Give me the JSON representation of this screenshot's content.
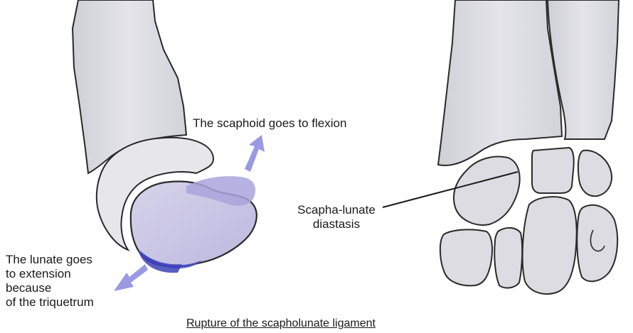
{
  "labels": {
    "scaphoid": "The scaphoid goes to flexion",
    "lunate": [
      "The lunate goes",
      "to extension",
      "because",
      "of the triquetrum"
    ],
    "diastasis": [
      "Scapha-lunate",
      "diastasis"
    ],
    "caption": "Rupture of the scapholunate ligament"
  },
  "colors": {
    "bone_fill": "#dcdce2",
    "bone_stroke": "#2a2a2a",
    "lunate_fill": "#c9c5e1",
    "scaphoid_fill": "#a9a4dc",
    "shadow_blue": "#4a4fc4",
    "arrow": "#8888dd",
    "background": "#ffffff"
  },
  "icons": {
    "flexion_arrow": "arrow-up-right-icon",
    "extension_arrow": "arrow-down-left-icon"
  }
}
